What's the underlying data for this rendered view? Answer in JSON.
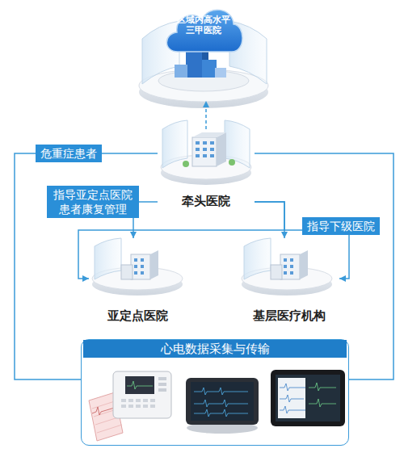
{
  "diagram": {
    "nodes": [
      {
        "text": [
          "区域内高水平 三甲医院"
        ]
      },
      {
        "text": [
          "牵头医院"
        ]
      },
      {
        "text": [
          "亚定点医院"
        ]
      },
      {
        "text": [
          "基层医疗机构"
        ]
      },
      {
        "text": [
          "心电数据采集与传输"
        ]
      }
    ],
    "edges": [
      {
        "from": 4,
        "to": 1,
        "label": "危重症患者",
        "arrow": "none"
      },
      {
        "from": 4,
        "to": 1,
        "arrow": "none"
      },
      {
        "from": 1,
        "to": 2,
        "label": "指导亚定点医院 患者康复管理",
        "arrow": "to"
      },
      {
        "from": 1,
        "to": 3,
        "arrow": "to"
      },
      {
        "from": 1,
        "to": 3,
        "label": "指导下级医院",
        "arrow": "to"
      },
      {
        "from": 1,
        "to": 2,
        "arrow": "to"
      },
      {
        "from": 1,
        "to": 0,
        "arrow": "to"
      }
    ]
  }
}
